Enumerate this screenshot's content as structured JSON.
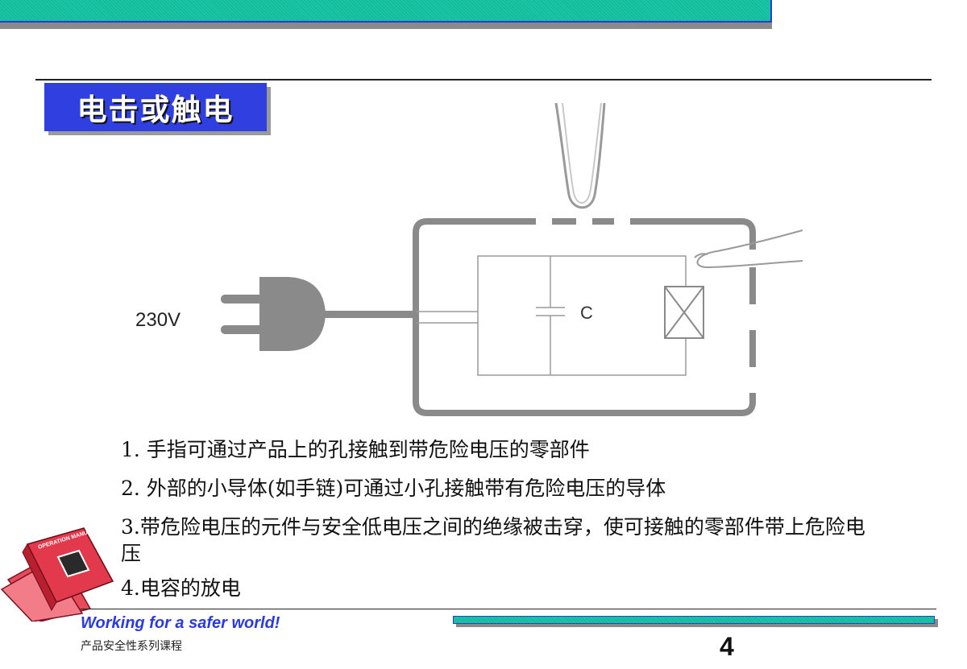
{
  "slide": {
    "title": "电击或触电",
    "diagram": {
      "voltage_label": "230V",
      "capacitor_label": "C"
    },
    "items": [
      "1.  手指可通过产品上的孔接触到带危险电压的零部件",
      "2.  外部的小导体(如手链)可通过小孔接触带有危险电压的导体",
      "3.带危险电压的元件与安全低电压之间的绝缘被击穿，使可接触的零部件带上危险电压",
      "4.电容的放电"
    ],
    "book_cover_text": "OPERATION MANUAL"
  },
  "footer": {
    "slogan": "Working for a safer world!",
    "course": "产品安全性系列课程",
    "page_number": "4"
  },
  "colors": {
    "accent_bar": "#18c7a5",
    "title_box": "#2f3fe0",
    "slogan": "#2a3ae0"
  }
}
